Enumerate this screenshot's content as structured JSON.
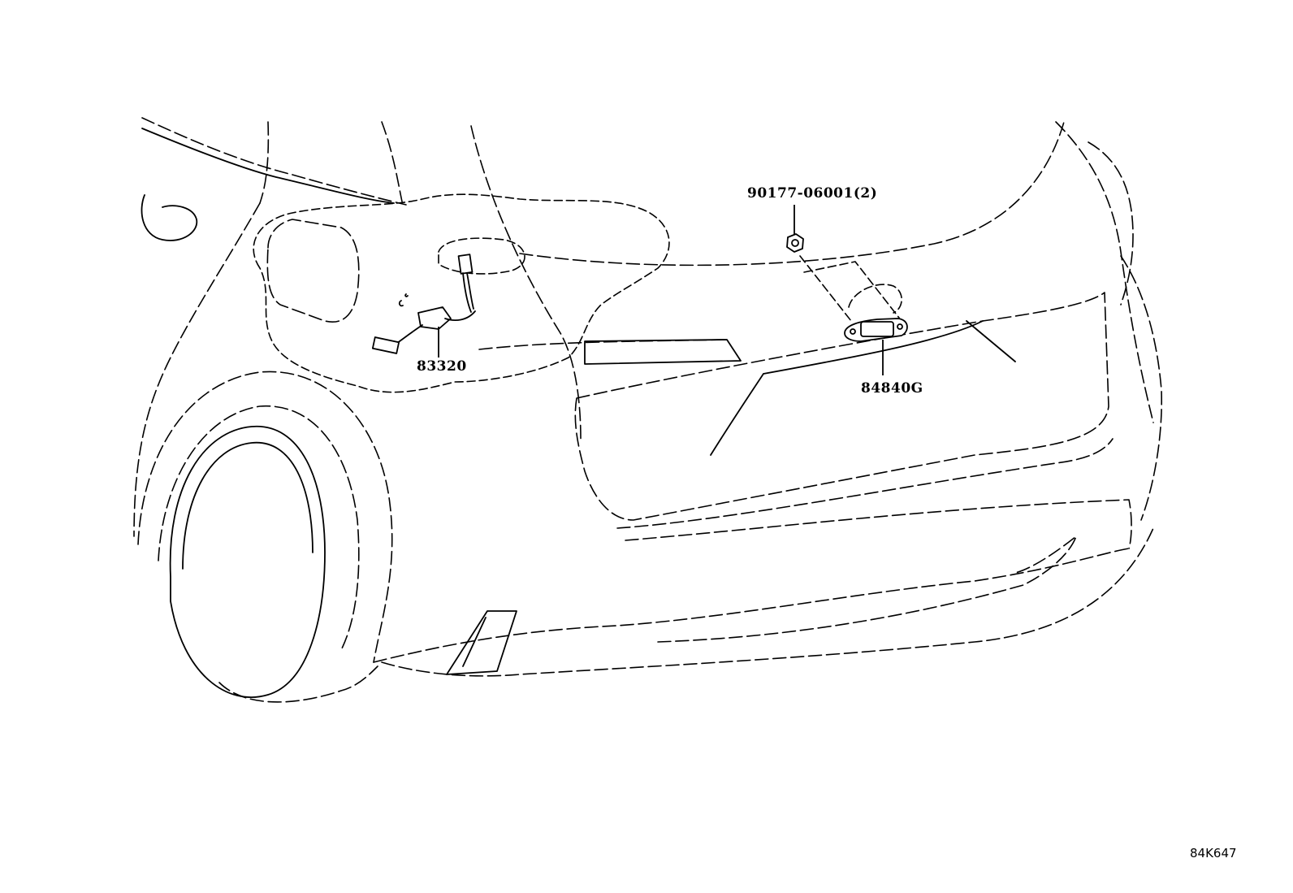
{
  "diagram": {
    "callouts": [
      {
        "id": "90177-06001",
        "text": "90177-06001(2)"
      },
      {
        "id": "83320",
        "text": "83320"
      },
      {
        "id": "84840G",
        "text": "84840G"
      }
    ],
    "figure_code": "84K647"
  }
}
